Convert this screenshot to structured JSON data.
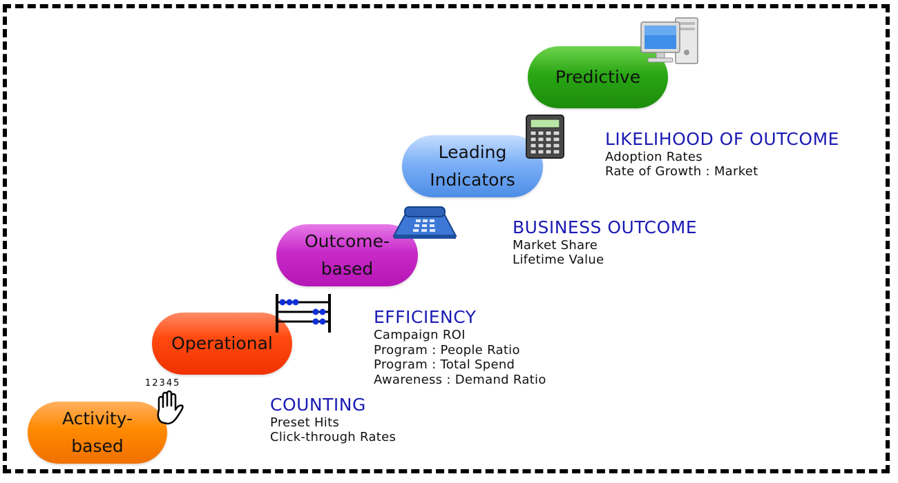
{
  "stages": [
    {
      "lines": [
        "Activity-",
        "based"
      ],
      "color": "#ff8a00"
    },
    {
      "lines": [
        "Operational"
      ],
      "color": "#ff4a10"
    },
    {
      "lines": [
        "Outcome-",
        "based"
      ],
      "color": "#c82ac8"
    },
    {
      "lines": [
        "Leading",
        "Indicators"
      ],
      "color": "#7db0f7"
    },
    {
      "lines": [
        "Predictive"
      ],
      "color": "#2aa614"
    }
  ],
  "categories": {
    "counting": {
      "title": "COUNTING",
      "items": [
        "Preset Hits",
        "Click-through Rates"
      ]
    },
    "efficiency": {
      "title": "EFFICIENCY",
      "items": [
        "Campaign ROI",
        "Program : People Ratio",
        "Program : Total Spend",
        "Awareness : Demand Ratio"
      ]
    },
    "business": {
      "title": "BUSINESS OUTCOME",
      "items": [
        "Market Share",
        "Lifetime Value"
      ]
    },
    "likelihood": {
      "title": "LIKELIHOOD OF OUTCOME",
      "items": [
        "Adoption Rates",
        "Rate of Growth : Market"
      ]
    }
  },
  "hand_digits": "12345",
  "colors": {
    "title_blue": "#1a1ab4",
    "frame": "#000000"
  },
  "icons": [
    "counting-hand-icon",
    "abacus-icon",
    "telephone-icon",
    "calculator-icon",
    "computer-icon"
  ]
}
